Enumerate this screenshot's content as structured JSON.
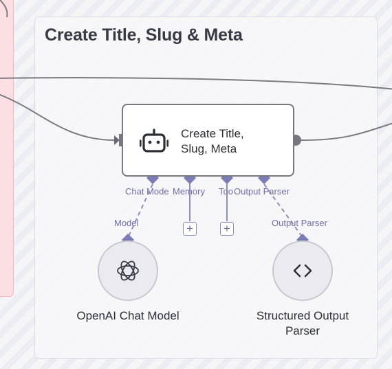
{
  "canvas": {
    "group_title": "Create Title, Slug & Meta"
  },
  "agent_node": {
    "title_line1": "Create Title,",
    "title_line2": "Slug, Meta",
    "icon": "robot-icon",
    "ports": {
      "chat_model": "Chat Mode",
      "memory": "Memory",
      "tool": "Too",
      "output_parser": "Output Parser"
    }
  },
  "sub_nodes": [
    {
      "name": "OpenAI Chat Model",
      "icon": "openai-icon",
      "connector_label": "Model"
    },
    {
      "name_line1": "Structured Output",
      "name_line2": "Parser",
      "icon": "code-brackets-icon",
      "connector_label": "Output Parser"
    }
  ],
  "colors": {
    "port": "#7c7db4",
    "wire": "#7a7a80",
    "node_border": "#77777f"
  }
}
